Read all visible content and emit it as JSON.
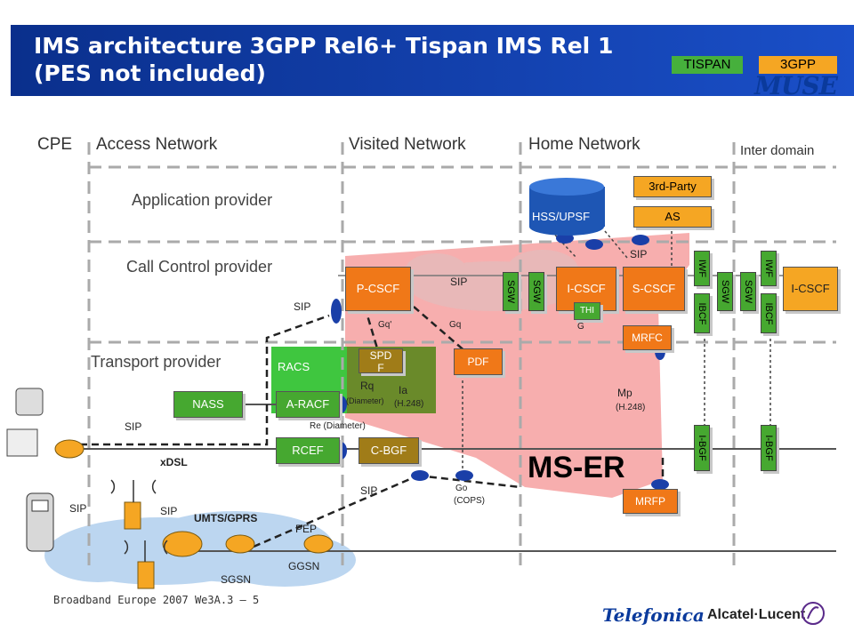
{
  "title": {
    "line1": "IMS architecture 3GPP Rel6+ Tispan IMS Rel 1",
    "line2": "(PES not included)"
  },
  "badges": {
    "tispan": "TISPAN",
    "threegpp": "3GPP"
  },
  "logo": {
    "muse": "MUSE"
  },
  "regions": {
    "cpe": "CPE",
    "access": "Access Network",
    "visited": "Visited Network",
    "home": "Home Network",
    "inter": "Inter domain"
  },
  "providers": {
    "application": "Application provider",
    "call_control": "Call Control provider",
    "transport": "Transport provider"
  },
  "nodes": {
    "hss": "HSS/UPSF",
    "third_party": "3rd-Party",
    "as": "AS",
    "pcscf": "P-CSCF",
    "icscf": "I-CSCF",
    "scscf": "S-CSCF",
    "icscf2": "I-CSCF",
    "sgw": "SGW",
    "ibcf": "IBCF",
    "ibgf": "I-BGF",
    "iwf": "IWF",
    "thig_top": "THI",
    "thig_bottom": "G",
    "mrfc": "MRFC",
    "mrfp": "MRFP",
    "spdf_top": "SPD",
    "spdf_bottom": "F",
    "pdf": "PDF",
    "racs": "RACS",
    "nass": "NASS",
    "aracf": "A-RACF",
    "rcef": "RCEF",
    "cbgf": "C-BGF"
  },
  "labels": {
    "sip": "SIP",
    "gq_prime": "Gq'",
    "gq": "Gq",
    "rq": "Rq",
    "rq_diameter": "(Diameter)",
    "ia": "Ia",
    "ia_h248": "(H.248)",
    "re_diameter": "Re (Diameter)",
    "mp": "Mp",
    "mp_h248": "(H.248)",
    "go": "Go",
    "go_cops": "(COPS)",
    "ms_er": "MS-ER",
    "xdsl": "xDSL",
    "umts_gprs": "UMTS/GPRS",
    "pep": "PEP",
    "ggsn": "GGSN",
    "sgsn": "SGSN"
  },
  "footer": {
    "text": "Broadband Europe 2007 We3A.3  — 5",
    "telefonica": "Telefonica",
    "alcatel": "Alcatel·Lucent"
  },
  "colors": {
    "title_bar": "#1a4fc8",
    "cscf": "#f07818",
    "sgw_green": "#46a830",
    "racs_green": "#36c436",
    "ms_er_pink": "#f5a0a0",
    "cbgf_brown": "#a07c18"
  }
}
